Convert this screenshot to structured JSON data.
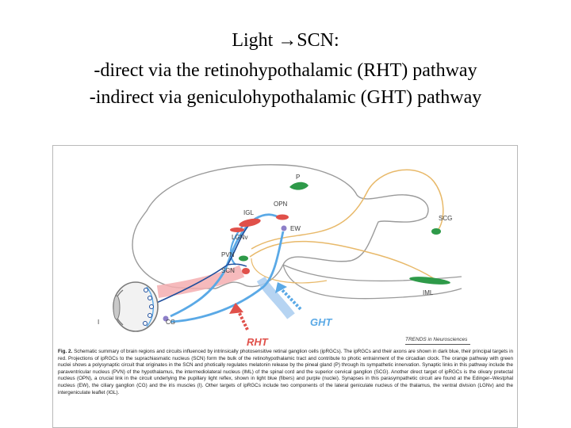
{
  "slide": {
    "title": "Light →SCN:",
    "line1": "-direct via the retinohypothalamic (RHT) pathway",
    "line2": "-indirect via geniculohypothalamic (GHT) pathway"
  },
  "figure": {
    "labels": {
      "p": "P",
      "opn": "OPN",
      "igl": "IGL",
      "lgn": "LGNv",
      "ew": "EW",
      "pvn": "PVN",
      "scn": "SCN",
      "scg": "SCG",
      "iml": "IML",
      "cg": "CG",
      "i": "I",
      "ght": "GHT",
      "rht": "RHT"
    },
    "credit": "TRENDS in Neurosciences",
    "caption_title": "Fig. 2.",
    "caption": "Schematic summary of brain regions and circuits influenced by intrinsically photosensitive retinal ganglion cells (ipRGCs). The ipRGCs and their axons are shown in dark blue, their principal targets in red. Projections of ipRGCs to the suprachiasmatic nucleus (SCN) form the bulk of the retinohypothalamic tract and contribute to photic entrainment of the circadian clock. The orange pathway with green nuclei shows a polysynaptic circuit that originates in the SCN and photically regulates melatonin release by the pineal gland (P) through its sympathetic innervation. Synaptic links in this pathway include the paraventricular nucleus (PVN) of the hypothalamus, the intermediolateral nucleus (IML) of the spinal cord and the superior cervical ganglion (SCG). Another direct target of ipRGCs is the olivary pretectal nucleus (OPN), a crucial link in the circuit underlying the pupillary light reflex, shown in light blue (fibers) and purple (nuclei). Synapses in this parasympathetic circuit are found at the Edinger–Westphal nucleus (EW), the ciliary ganglion (CG) and the iris muscles (I). Other targets of ipRGCs include two components of the lateral geniculate nucleus of the thalamus, the ventral division (LGNv) and the intergeniculate leaflet (IGL)."
  },
  "colors": {
    "dark_blue": "#1f4e9c",
    "light_blue": "#5aa9e6",
    "red": "#e0504a",
    "orange": "#e8b96a",
    "green": "#2e9a49",
    "purple": "#8d7fc8"
  }
}
